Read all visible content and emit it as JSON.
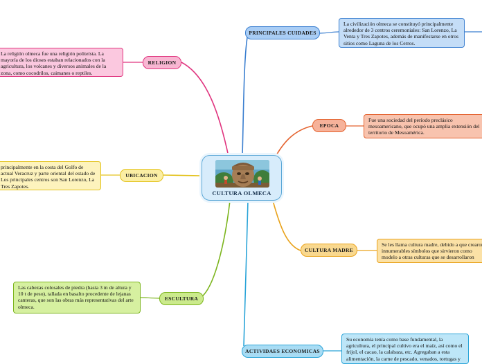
{
  "central": {
    "title": "CULTURA OLMECA",
    "image": "olmec-colossal-head-illustration"
  },
  "branches": [
    {
      "id": "principales",
      "label": "PRINCIPALES CUIDADES",
      "color": "#3b7fd0",
      "fill": "#a9cdf5",
      "text": "La civilización olmeca se constituyó principalmente alrededor de 3 centros ceremoniales: San Lorenzo, La Venta y Tres Zapotes, además de manifestarse en otros sitios como Laguna de los Cerros.",
      "note_fill": "#c4ddf7"
    },
    {
      "id": "religion",
      "label": "RELIGION",
      "color": "#e0357f",
      "fill": "#f8b6d2",
      "text": "La religión olmeca fue una religión politeísta. La mayoría de los dioses estaban relacionados con la agricultura, los volcanes y diversos animales de la zona, como cocodrilos, caimanes o reptiles.",
      "note_fill": "#fbc8df"
    },
    {
      "id": "epoca",
      "label": "EPOCA",
      "color": "#e4622e",
      "fill": "#f6b29a",
      "text": "Fue una sociedad del período preclásico mesoamericano, que ocupó una amplia extensión del territorio de Mesoamérica.",
      "note_fill": "#f8c3ae"
    },
    {
      "id": "ubicacion",
      "label": "UBICACION",
      "color": "#e3c21c",
      "fill": "#fbeea4",
      "text": "principalmente en la costa del Golfo de actual Veracruz y parte oriental del estado de Los principales centros son San Lorenzo, La Tres Zapotes.",
      "note_fill": "#fdf3bd"
    },
    {
      "id": "madre",
      "label": "CULTURA MADRE",
      "color": "#e9a21a",
      "fill": "#f9d88e",
      "text": "Se les llama cultura madre, debido a que crearon innumerables símbolos que sirvieron como modelo a otras culturas que se desarrollaron posteriormente.",
      "note_fill": "#fbe1a6"
    },
    {
      "id": "escultura",
      "label": "ESCULTURA",
      "color": "#7cb51e",
      "fill": "#cbea8c",
      "text": "Las cabezas colosales de piedra (hasta 3 m de altura y 10 t de peso), tallada en basalto procedente de lejanas canteras, que son las obras más representativas del arte olmeca.",
      "note_fill": "#d6f0a0"
    },
    {
      "id": "actividades",
      "label": "ACTIVIDAES ECONOMICAS",
      "color": "#2aa4d8",
      "fill": "#a8dcf4",
      "text": "Su economía tenía como base fundamental, la agricultura, el principal cultivo era el maíz, así como el frijol, el cacao, la calabaza, etc. Agregaban a esta alimentación, la carne de pescado, venados, tortugas y",
      "note_fill": "#bde6f8"
    }
  ]
}
